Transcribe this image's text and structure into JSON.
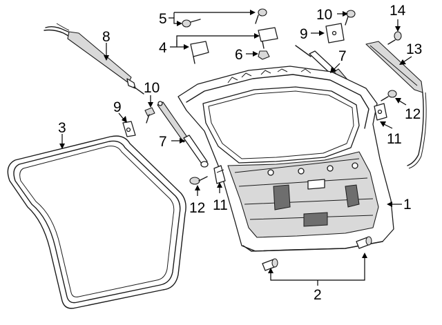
{
  "callouts": {
    "c1": "1",
    "c2": "2",
    "c3": "3",
    "c4": "4",
    "c5": "5",
    "c6": "6",
    "c7a": "7",
    "c7b": "7",
    "c8": "8",
    "c9a": "9",
    "c9b": "9",
    "c10a": "10",
    "c10b": "10",
    "c11a": "11",
    "c11b": "11",
    "c12a": "12",
    "c12b": "12",
    "c13": "13",
    "c14": "14"
  }
}
